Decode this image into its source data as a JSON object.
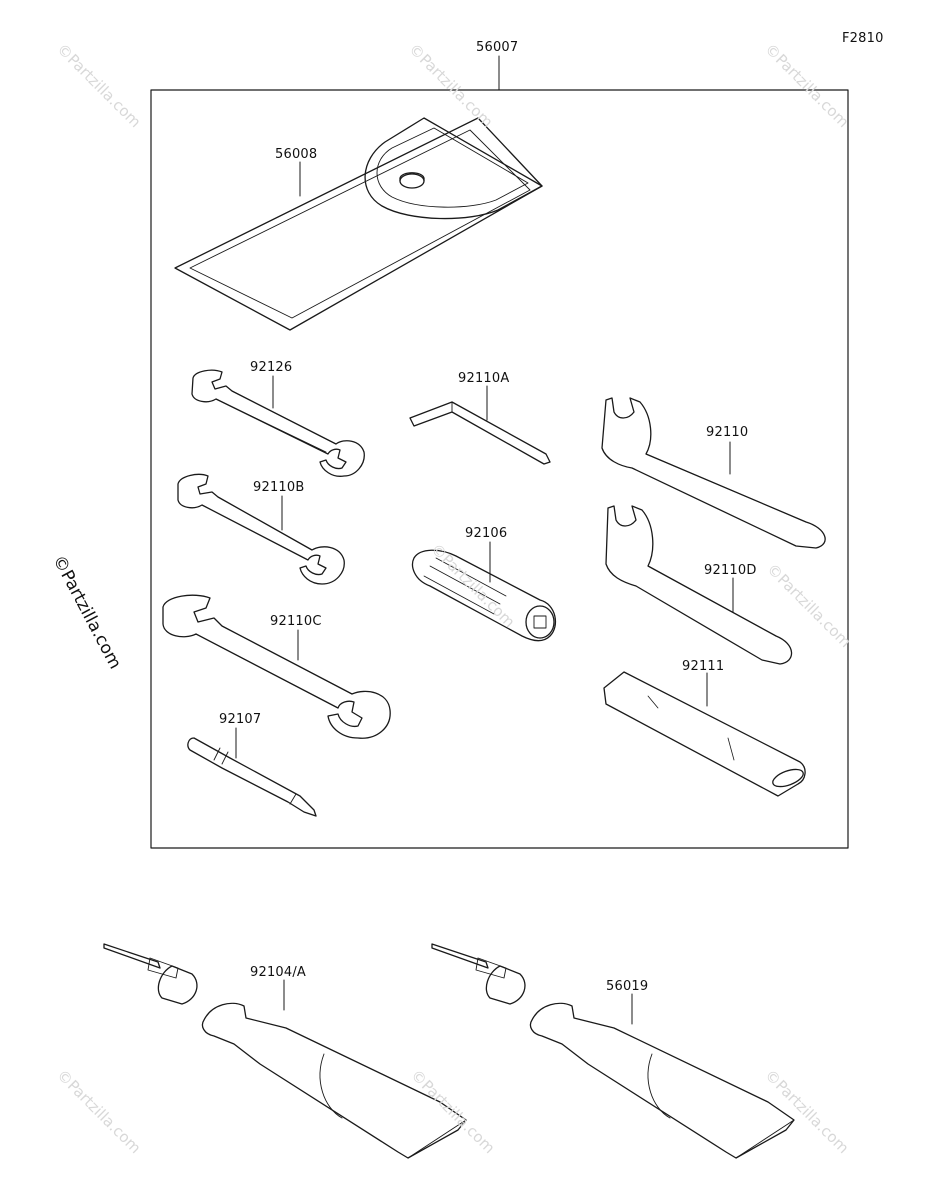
{
  "figure_code": "F2810",
  "watermark_text": "©Partzilla.com",
  "side_watermark_text": "©Partzilla.com",
  "parts": {
    "kit": "56007",
    "case": "56008",
    "wrench_92126": "92126",
    "wrench_92110B": "92110B",
    "wrench_92110C": "92110C",
    "screwdriver": "92107",
    "hex_key": "92110A",
    "handle": "92106",
    "hook_wrench": "92110",
    "hook_wrench_d": "92110D",
    "extension": "92111",
    "tube_a": "92104/A",
    "tube_b": "56019"
  },
  "colors": {
    "line": "#1a1a1a",
    "watermark": "#d8d8d8",
    "background": "#ffffff"
  }
}
